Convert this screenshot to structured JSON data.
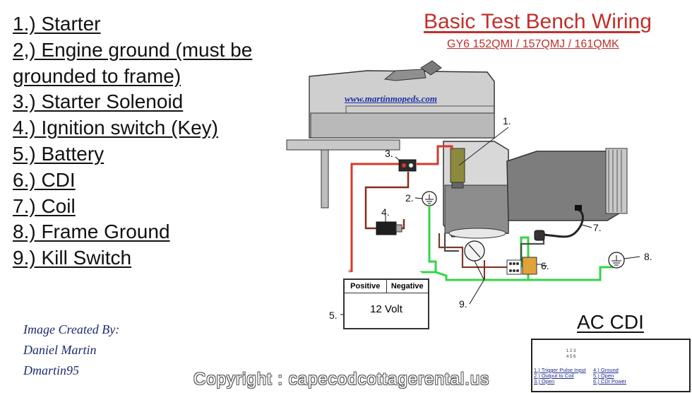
{
  "legend": [
    "1.) Starter",
    "2,)  Engine ground (must be ",
    "grounded to frame)",
    "3.) Starter Solenoid",
    "4.) Ignition switch (Key)",
    "5.) Battery",
    "6.) CDI",
    "7.) Coil",
    "8.) Frame Ground",
    "9.) Kill Switch "
  ],
  "title": "Basic Test Bench Wiring",
  "subtitle": "GY6  152QMI / 157QMJ / 161QMK",
  "website": "www.martinmopeds.com",
  "callouts": {
    "starter": "1.",
    "ground": "2.",
    "solenoid": "3.",
    "ignition": "4.",
    "battery": "5.",
    "cdi": "6.",
    "coil": "7.",
    "frame_ground": "8.",
    "kill_switch": "9."
  },
  "battery": {
    "positive": "Positive",
    "negative": "Negative",
    "voltage": "12 Volt",
    "plus_sign": "+",
    "minus_sign": "-"
  },
  "credits": [
    "Image Created By:",
    "Daniel Martin",
    "Dmartin95"
  ],
  "cdi_type": "AC CDI",
  "pin_legend": {
    "pins": [
      "1 2 3",
      "4 5 6"
    ],
    "rows": [
      "1.) Trigger Pulse Input",
      "2.) Output to Coil",
      "3.) Open",
      "4.) Ground",
      "5.) Open",
      "6.) CDI Power"
    ]
  },
  "watermark": "Copyright : capecodcottagerental.us",
  "colors": {
    "title_red": "#c0302b",
    "wire_red": "#d43a2a",
    "wire_green": "#33d44a",
    "wire_darkred": "#8a2a1a",
    "engine_gray": "#8d8d8d",
    "solenoid_olive": "#8d8a3e",
    "cdi_orange": "#e2a23a",
    "link_blue": "#1d2fa8"
  }
}
